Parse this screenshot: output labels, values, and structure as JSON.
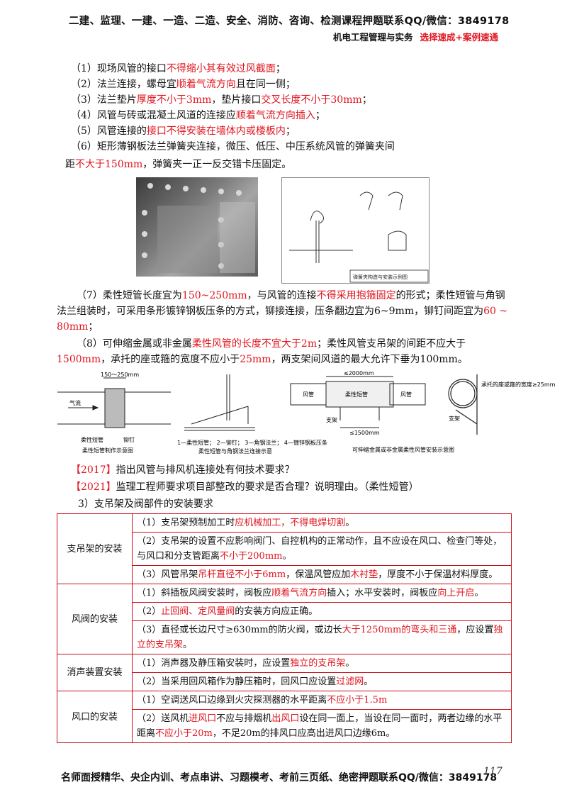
{
  "header": {
    "line1": "二建、监理、一建、一造、二造、安全、消防、咨询、检测课程押题联系QQ/微信：3849178",
    "subject": "机电工程管理与实务",
    "accent": "选择速成+案例速通"
  },
  "items": [
    {
      "n": "（1）现场风管的接口",
      "r": "不得缩小其有效过风截面",
      "t": "；"
    },
    {
      "n": "（2）法兰连接，螺母宜",
      "r": "顺着气流方向",
      "t": "且在同一侧；"
    },
    {
      "n": "（3）法兰垫片",
      "r": "厚度不小于3mm",
      "m": "，垫片接口",
      "r2": "交叉长度不小于30mm",
      "t": "；"
    },
    {
      "n": "（4）风管与砖或混凝土风道的连接应",
      "r": "顺着气流方向插入",
      "t": "；"
    },
    {
      "n": "（5）风管连接的",
      "r": "接口不得安装在墙体内或楼板内",
      "t": "；"
    }
  ],
  "item6": {
    "a": "（6）矩形薄钢板法兰弹簧夹连接，微压、低压、中压系统风管的弹簧夹间",
    "b": "距",
    "r": "不大于150mm",
    "t": "，弹簧夹一正一反交错卡压固定。"
  },
  "item7": {
    "a": "（7）柔性短管长度宜为",
    "r1": "150~250mm",
    "b": "，与风管的连接",
    "r2": "不得采用抱箍固定",
    "c": "的形式；柔性短管与角钢法兰组装时，可采用条形镀锌钢板压条的方式，铆接连接，压条翻边宜为6~9mm，铆钉间距宜为",
    "r3": "60 ~ 80mm",
    "d": "；"
  },
  "item8": {
    "a": "（8）可伸缩金属或非金属",
    "r1": "柔性风管的长度不宜大于2m",
    "b": "；柔性风管支吊架的间距不应大于",
    "r2": "1500mm",
    "c": "，承托的座或箍的宽度不应小于",
    "r3": "25mm",
    "d": "，两支架间风道的最大允许下垂为100mm。"
  },
  "figures": {
    "drawing_title": "弹簧夹构造与安装示例图",
    "f1_dim": "150～250mm",
    "f1_airflow": "气流",
    "f1_label_a": "柔性短管",
    "f1_label_b": "铆钉",
    "f1_caption": "柔性短管制作示意图",
    "f2_caption1": "1—柔性短管；  2—铆钉；  3—角钢法兰；  4—镀锌钢板压条",
    "f2_caption2": "柔性短管与角钢法兰连接示意",
    "f3_dim_top": "≤2000mm",
    "f3_left": "风管",
    "f3_mid": "柔性短管",
    "f3_right": "风管",
    "f3_support": "支架",
    "f3_dim_bottom": "≤1500mm",
    "f3_caption": "可伸缩金属或非金属柔性风管安装示意图",
    "f4_note": "承托的座或箍的宽度≥25mm",
    "f4_support": "支架"
  },
  "questions": [
    {
      "tag": "【2017】",
      "text": "指出风管与排风机连接处有何技术要求？"
    },
    {
      "tag": "【2021】",
      "text": "监理工程师要求项目部整改的要求是否合理？说明理由。（柔性短管）"
    }
  ],
  "section3": "3）支吊架及阀部件的安装要求",
  "table": {
    "hangers": "支吊架的安装",
    "valves": "风阀的安装",
    "silencer": "消声装置安装",
    "outlets": "风口的安装",
    "h1a": "（1）支吊架预制加工时",
    "h1r": "应机械加工，不得电焊切割",
    "h1t": "。",
    "h2": "（2）支吊架的设置不应影响阀门、自控机构的正常动作，且不应设在风口、检查门等处，与风口和分支管距离",
    "h2r": "不小于200mm",
    "h2t": "。",
    "h3a": "（3）风管吊架",
    "h3r": "吊杆直径不小于6mm",
    "h3b": "，保温风管应加",
    "h3r2": "木衬垫",
    "h3t": "，厚度不小于保温材料厚度。",
    "v1a": "（1）斜插板风阀安装时，阀板应",
    "v1r": "顺着气流方向",
    "v1b": "插入；水平安装时，阀板应",
    "v1r2": "向上开启",
    "v1t": "。",
    "v2a": "（2）",
    "v2r": "止回阀、定风量阀",
    "v2t": "的安装方向应正确。",
    "v3a": "（3）直径或长边尺寸≥630mm的防火阀，或边长",
    "v3r": "大于1250mm的弯头和三通",
    "v3b": "，应设置",
    "v3r2": "独立的支吊架",
    "v3t": "。",
    "s1a": "（1）消声器及静压箱安装时，应设置",
    "s1r": "独立的支吊架",
    "s1t": "。",
    "s2a": "（2）当采用回风箱作为静压箱时，回风口应设置",
    "s2r": "过滤网",
    "s2t": "。",
    "o1a": "（1）空调送风口边缘到火灾探测器的水平距离",
    "o1r": "不应小于1.5m",
    "o2a": "（2）送风机",
    "o2r": "进风口",
    "o2b": "不应与排烟机",
    "o2r2": "出风口",
    "o2c": "设在同一面上，当设在同一面时，两者边缘的水平距离",
    "o2r3": "不应小于20m",
    "o2t": "，不足20m的排风口应高出进风口边缘6m。"
  },
  "footer": "名师面授精华、央企内训、考点串讲、习题模考、考前三页纸、绝密押题联系QQ/微信：3849178",
  "page_number": "117"
}
